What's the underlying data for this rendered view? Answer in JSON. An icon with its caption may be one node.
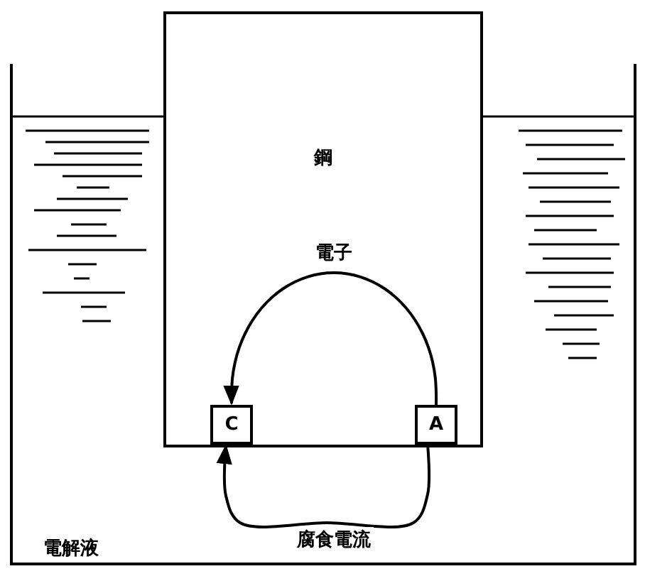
{
  "diagram": {
    "nodes": [
      {
        "text": [
          "鋼"
        ]
      },
      {
        "text": [
          "C"
        ],
        "in": 0
      },
      {
        "text": [
          "A"
        ],
        "in": 0
      }
    ],
    "edges": [
      {
        "from": 2,
        "to": 1,
        "arrow": "to",
        "label": "電子"
      },
      {
        "from": 2,
        "to": 1,
        "arrow": "to",
        "label": "腐食電流"
      }
    ],
    "labels": [
      "電解液"
    ]
  }
}
